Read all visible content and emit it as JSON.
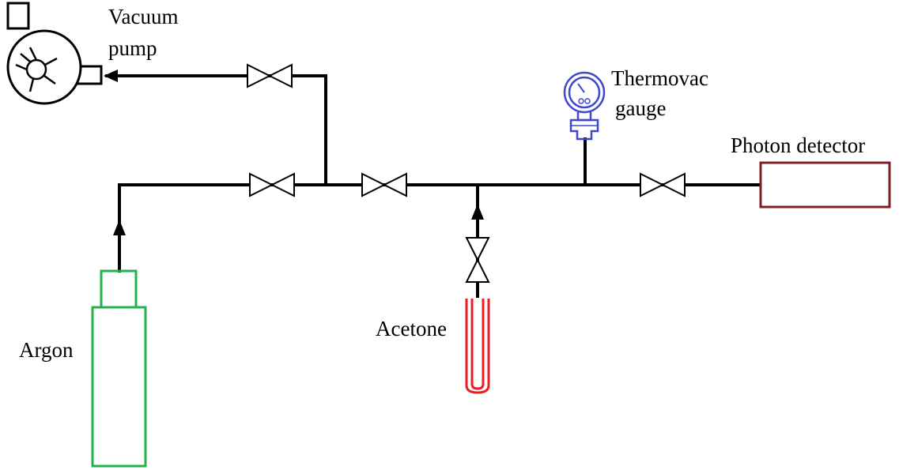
{
  "labels": {
    "vacuum_pump_line1": "Vacuum",
    "vacuum_pump_line2": "pump",
    "thermovac_line1": "Thermovac",
    "thermovac_line2": "gauge",
    "photon_detector": "Photon detector",
    "acetone": "Acetone",
    "argon": "Argon"
  },
  "colors": {
    "pipe": "#000000",
    "argon_cylinder": "#22b14c",
    "acetone_tube": "#ed1c24",
    "photon_detector": "#7f1d24",
    "gauge": "#3f48cc"
  }
}
